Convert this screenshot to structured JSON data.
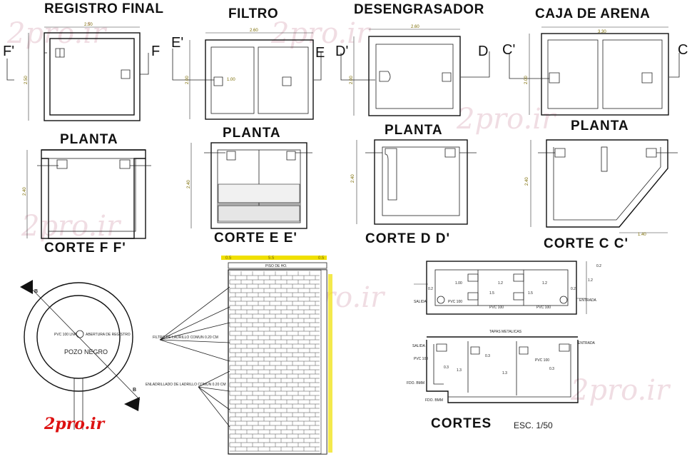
{
  "titles": {
    "registro": "REGISTRO FINAL",
    "filtro": "FILTRO",
    "desengrasador": "DESENGRASADOR",
    "caja": "CAJA DE ARENA"
  },
  "section_marks": {
    "f_left": "F'",
    "f_right": "F",
    "e_left": "E'",
    "e_right": "E",
    "d_left": "D'",
    "d_right": "D",
    "c_left": "C'",
    "c_right": "C"
  },
  "view_labels": {
    "planta_filtro": "PLANTA",
    "planta_registro": "PLANTA",
    "planta_desengrasador": "PLANTA",
    "planta_caja": "PLANTA",
    "corte_ff": "CORTE  F F'",
    "corte_ee": "CORTE  E E'",
    "corte_dd": "CORTE  D D'",
    "corte_cc": "CORTE  C C'",
    "cortes": "CORTES",
    "escala": "ESC. 1/50"
  },
  "dimensions": {
    "registro_width": "2.50",
    "registro_height": "2.50",
    "filtro_width": "2.60",
    "filtro_height": "2.00",
    "filtro_inner": "1.00",
    "desengrasador_width": "2.60",
    "desengrasador_height": "2.00",
    "caja_width": "3.30",
    "caja_height": "2.00",
    "corte_height_1": "2.40",
    "corte_height_2": "2.40",
    "corte_height_3": "2.40",
    "corte_height_4": "2.40",
    "caja_slope": "1.40",
    "wall_top_1": "0.5",
    "wall_top_2": "5.5",
    "wall_top_3": "0.5"
  },
  "pozo": {
    "label": "POZO NEGRO",
    "pvc_note": "PVC 100 LNR",
    "tapa_note": "ABERTURA\nDE REGISTRO",
    "section_mark": "B"
  },
  "wall_notes": {
    "filtro_ladrillo": "FILTRO DE LADRILLO\nCOMUN 0.20 CM",
    "enladrillado": "ENLADRILLADO DE LADRILLO\nCOMUN 0.20 CM",
    "top_note": "PISO DE HO."
  },
  "cortes_notes": {
    "tapas": "TAPAS METALICAS",
    "entrada": "ENTRADA",
    "salida": "SALIDA",
    "pvc_1": "PVC 100",
    "pvc_2": "PVC 100",
    "pvc_3": "PVC 100",
    "fondo_1": "FDO. BMM",
    "fondo_2": "FDO. BMM",
    "dims_plan": [
      "1.00",
      "1.2",
      "1.2",
      "1.5",
      "1.5",
      "0.2",
      "0.2",
      "1.2",
      "0.2"
    ],
    "dims_section": [
      "0.3",
      "1.3",
      "0.3",
      "1.3",
      "0.3"
    ]
  },
  "logo": "2pro.ir",
  "watermark": "2pro.ir",
  "colors": {
    "line": "#111111",
    "dimension_text": "#7a6a00",
    "marker_yellow": "#f0e000",
    "logo_red": "#dd1111",
    "watermark": "#e0b4c2"
  }
}
